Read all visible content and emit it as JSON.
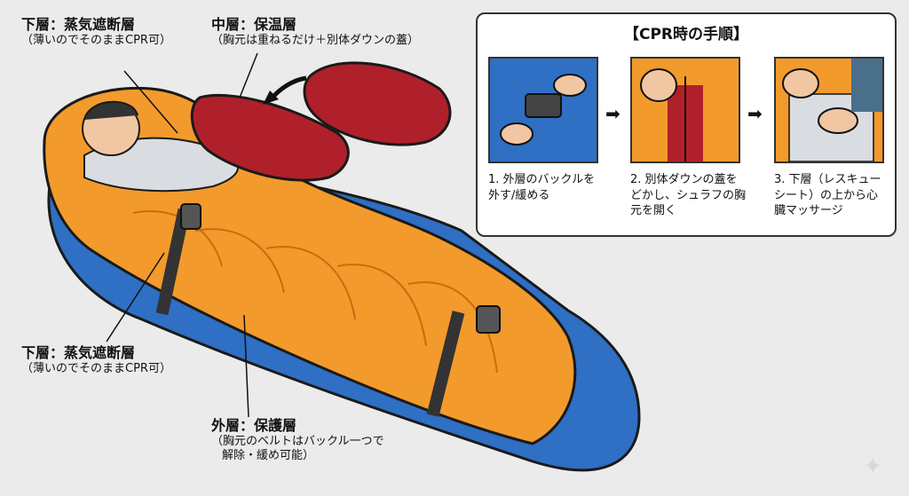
{
  "labels": {
    "inner_top": {
      "title": "下層：蒸気遮断層",
      "sub": "（薄いのでそのままCPR可）"
    },
    "middle": {
      "title": "中層：保温層",
      "sub": "（胸元は重ねるだけ＋別体ダウンの蓋）"
    },
    "inner_bottom": {
      "title": "下層：蒸気遮断層",
      "sub": "（薄いのでそのままCPR可）"
    },
    "outer": {
      "title": "外層：保護層",
      "sub1": "（胸元のベルトはバックル一つで",
      "sub2": "解除・緩め可能）"
    }
  },
  "cpr": {
    "title": "【CPR時の手順】",
    "steps": [
      {
        "line1": "1. 外層のバックルを",
        "line2": "外す/緩める",
        "line3": ""
      },
      {
        "line1": "2. 別体ダウンの蓋を",
        "line2": "どかし、シュラフの胸",
        "line3": "元を開く"
      },
      {
        "line1": "3. 下層（レスキュー",
        "line2": "シート）の上から心",
        "line3": "臓マッサージ"
      }
    ]
  },
  "colors": {
    "orange": "#f39a2c",
    "blue": "#2f6fc4",
    "red": "#b0202a",
    "silver": "#d9dde2",
    "skin": "#f1c7a3"
  }
}
